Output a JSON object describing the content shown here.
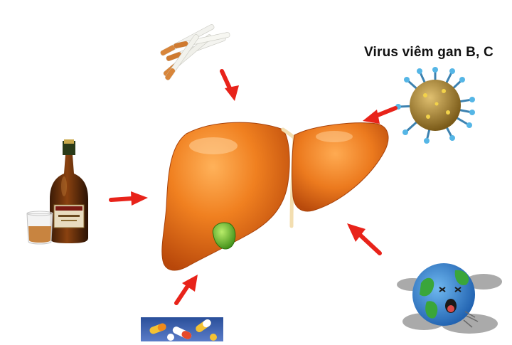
{
  "diagram": {
    "center": {
      "name": "liver",
      "icon": "liver-illustration"
    },
    "labels": {
      "virus": "Virus viêm gan B, C"
    },
    "risk_factors": [
      {
        "id": "cigarettes",
        "icon": "cigarettes-icon"
      },
      {
        "id": "hepatitis-virus",
        "icon": "virus-icon"
      },
      {
        "id": "alcohol",
        "icon": "liquor-bottle-icon"
      },
      {
        "id": "medication",
        "icon": "pills-icon"
      },
      {
        "id": "pollution",
        "icon": "polluted-earth-icon"
      }
    ],
    "colors": {
      "arrow": "#e8231a",
      "liver": "#e8741c",
      "gallbladder": "#6cbf2a",
      "virus_body": "#a0802a",
      "virus_spike": "#4aa8d8",
      "earth_ocean": "#2f7fd0",
      "earth_land": "#3aa63a"
    }
  }
}
